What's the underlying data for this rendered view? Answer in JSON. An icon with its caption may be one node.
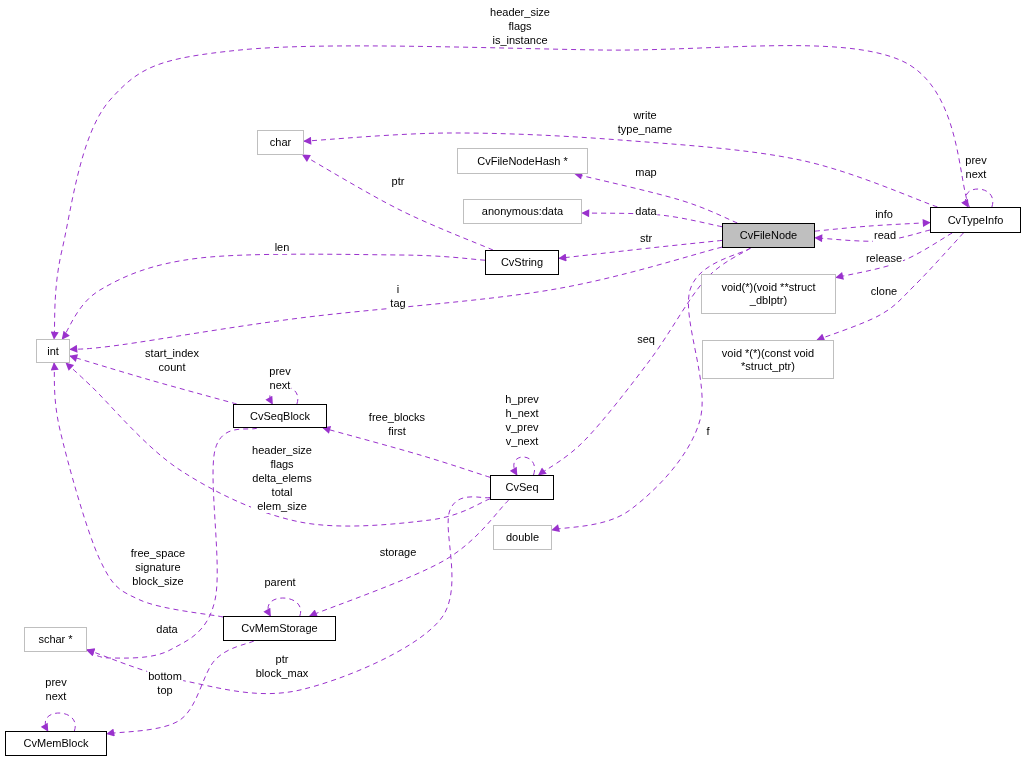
{
  "diagram": {
    "nodes": [
      {
        "text": [
          "CvFileNode"
        ]
      },
      {
        "text": [
          "CvTypeInfo"
        ]
      },
      {
        "text": [
          "char"
        ]
      },
      {
        "text": [
          "CvFileNodeHash *"
        ]
      },
      {
        "text": [
          "anonymous:data"
        ]
      },
      {
        "text": [
          "CvString"
        ]
      },
      {
        "text": [
          "int"
        ]
      },
      {
        "text": [
          "void(*)(void **struct _dblptr)"
        ]
      },
      {
        "text": [
          "void *(*)(const void *struct_ptr)"
        ]
      },
      {
        "text": [
          "CvSeqBlock"
        ]
      },
      {
        "text": [
          "CvSeq"
        ]
      },
      {
        "text": [
          "double"
        ]
      },
      {
        "text": [
          "schar *"
        ]
      },
      {
        "text": [
          "CvMemStorage"
        ]
      },
      {
        "text": [
          "CvMemBlock"
        ]
      }
    ],
    "edges": [
      {
        "from": 1,
        "to": 6,
        "arrow": "to",
        "label": "header_size flags is_instance"
      },
      {
        "from": 1,
        "to": 2,
        "arrow": "to",
        "label": "write type_name"
      },
      {
        "from": 0,
        "to": 3,
        "arrow": "to",
        "label": "map"
      },
      {
        "from": 5,
        "to": 2,
        "arrow": "to",
        "label": "ptr"
      },
      {
        "from": 0,
        "to": 4,
        "arrow": "to",
        "label": "data"
      },
      {
        "from": 0,
        "to": 1,
        "arrow": "to",
        "label": "info"
      },
      {
        "from": 1,
        "to": 1,
        "arrow": "to",
        "label": "prev next"
      },
      {
        "from": 1,
        "to": 0,
        "arrow": "to",
        "label": "read"
      },
      {
        "from": 0,
        "to": 5,
        "arrow": "to",
        "label": "str"
      },
      {
        "from": 5,
        "to": 6,
        "arrow": "to",
        "label": "len"
      },
      {
        "from": 1,
        "to": 7,
        "arrow": "to",
        "label": "release"
      },
      {
        "from": 0,
        "to": 6,
        "arrow": "to",
        "label": "i tag"
      },
      {
        "from": 1,
        "to": 8,
        "arrow": "to",
        "label": "clone"
      },
      {
        "from": 0,
        "to": 10,
        "arrow": "to",
        "label": "seq"
      },
      {
        "from": 9,
        "to": 6,
        "arrow": "to",
        "label": "start_index count"
      },
      {
        "from": 9,
        "to": 9,
        "arrow": "to",
        "label": "prev next"
      },
      {
        "from": 10,
        "to": 9,
        "arrow": "to",
        "label": "free_blocks first"
      },
      {
        "from": 10,
        "to": 10,
        "arrow": "to",
        "label": "h_prev h_next v_prev v_next"
      },
      {
        "from": 0,
        "to": 11,
        "arrow": "to",
        "label": "f"
      },
      {
        "from": 10,
        "to": 6,
        "arrow": "to",
        "label": "header_size flags delta_elems total elem_size"
      },
      {
        "from": 13,
        "to": 6,
        "arrow": "to",
        "label": "free_space signature block_size"
      },
      {
        "from": 10,
        "to": 13,
        "arrow": "to",
        "label": "storage"
      },
      {
        "from": 13,
        "to": 13,
        "arrow": "to",
        "label": "parent"
      },
      {
        "from": 9,
        "to": 12,
        "arrow": "to",
        "label": "data"
      },
      {
        "from": 10,
        "to": 12,
        "arrow": "to",
        "label": "ptr block_max"
      },
      {
        "from": 13,
        "to": 14,
        "arrow": "to",
        "label": "bottom top"
      },
      {
        "from": 14,
        "to": 14,
        "arrow": "to",
        "label": "prev next"
      }
    ]
  }
}
